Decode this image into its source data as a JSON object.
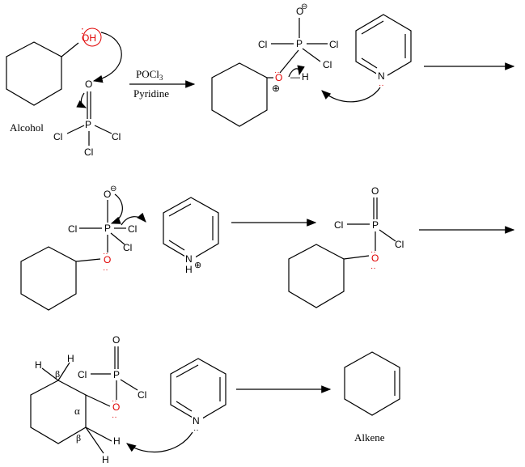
{
  "atoms": {
    "O": "O",
    "OH": "OH",
    "P": "P",
    "Cl": "Cl",
    "N": "N",
    "H": "H",
    "minus": "⊖",
    "plus": "⊕"
  },
  "reagents": {
    "line1": "POCl",
    "line1_sub": "3",
    "line2": "Pyridine"
  },
  "labels": {
    "alcohol": "Alcohol",
    "alkene": "Alkene",
    "alpha": "α",
    "beta": "β"
  }
}
